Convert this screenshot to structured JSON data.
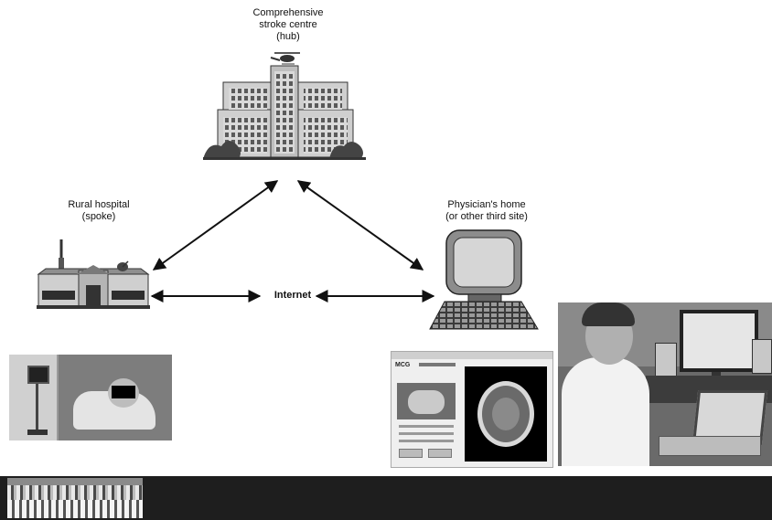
{
  "hub": {
    "line1": "Comprehensive",
    "line2": "stroke centre",
    "line3": "(hub)"
  },
  "spoke": {
    "line1": "Rural hospital",
    "line2": "(spoke)"
  },
  "third_site": {
    "line1": "Physician's home",
    "line2": "(or other third site)"
  },
  "connection": {
    "label": "Internet"
  },
  "screen": {
    "logo": "MCG"
  }
}
